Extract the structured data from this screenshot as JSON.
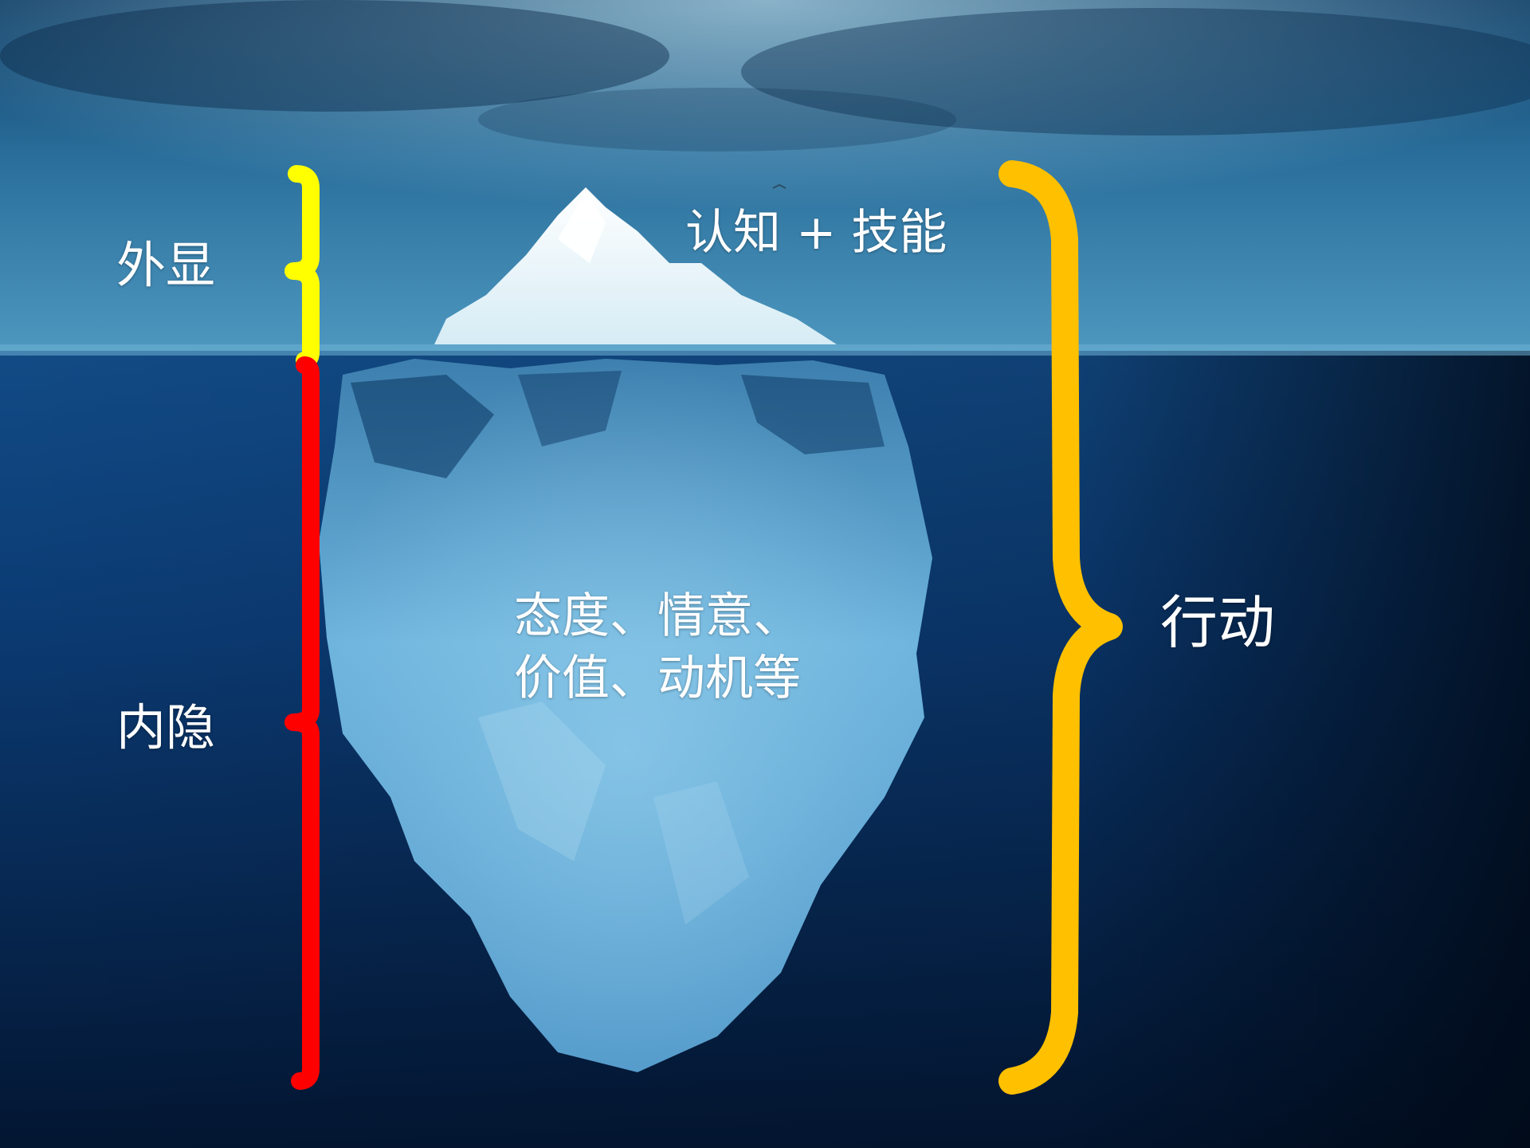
{
  "labels": {
    "visible": "外显",
    "hidden": "内隐",
    "above_water": "认知 + 技能",
    "below_water_line1": "态度、情意、",
    "below_water_line2": "价值、动机等",
    "action": "行动"
  },
  "colors": {
    "visible_bracket": "#ffff00",
    "hidden_bracket": "#ff0000",
    "action_bracket": "#ffc000",
    "text": "#ffffff"
  }
}
